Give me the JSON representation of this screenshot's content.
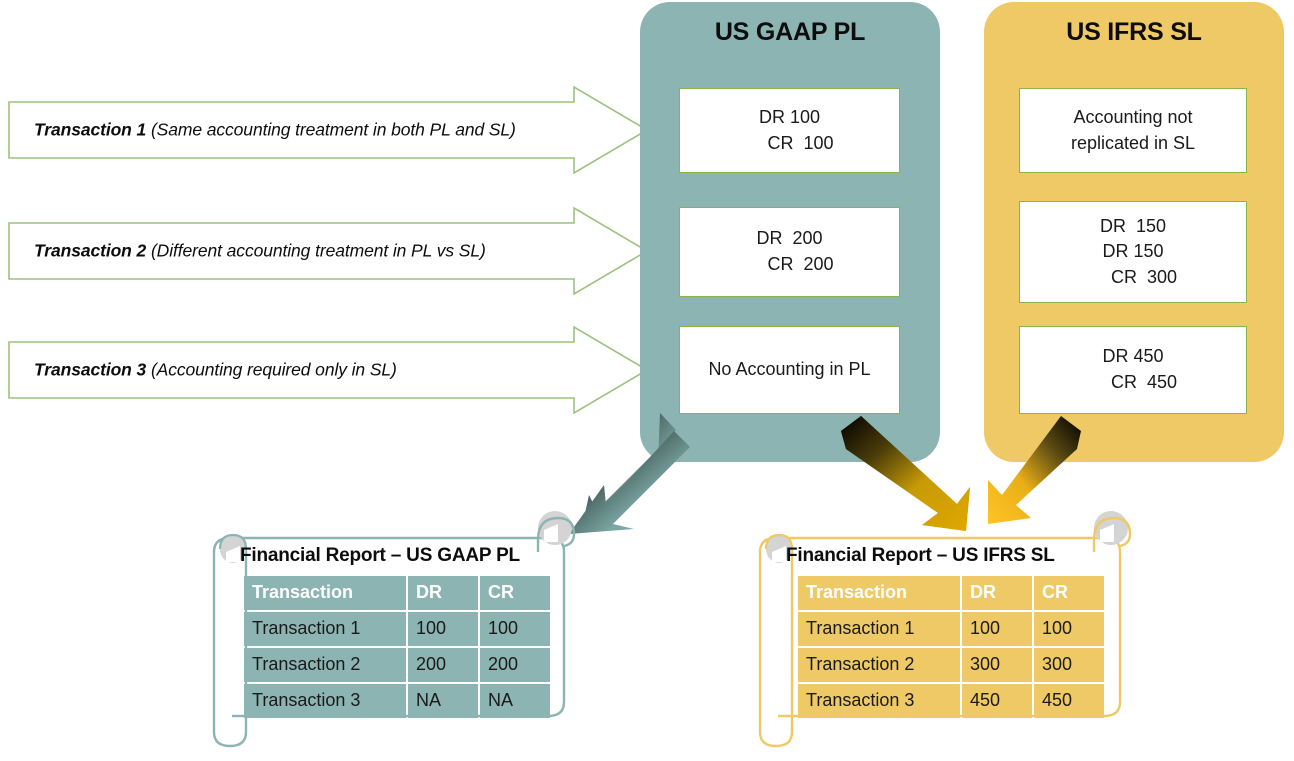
{
  "transactions": [
    {
      "name": "Transaction 1",
      "note": "(Same accounting treatment in both PL and SL)"
    },
    {
      "name": "Transaction 2",
      "note": "(Different accounting treatment in PL vs SL)"
    },
    {
      "name": "Transaction 3",
      "note": "(Accounting required only in SL)"
    }
  ],
  "panels": {
    "gaap": {
      "title": "US GAAP PL",
      "color": "#8CB4B2",
      "entries": [
        {
          "lines": [
            "DR 100",
            "CR  100"
          ],
          "type": "ledger"
        },
        {
          "lines": [
            "DR  200",
            "CR  200"
          ],
          "type": "ledger"
        },
        {
          "lines": [
            "No Accounting in PL"
          ],
          "type": "text"
        }
      ]
    },
    "ifrs": {
      "title": "US IFRS SL",
      "color": "#EFC965",
      "entries": [
        {
          "lines": [
            "Accounting not replicated in SL"
          ],
          "type": "text"
        },
        {
          "lines": [
            "DR  150",
            "DR 150",
            "CR  300"
          ],
          "type": "ledger"
        },
        {
          "lines": [
            "DR 450",
            "CR  450"
          ],
          "type": "ledger"
        }
      ]
    }
  },
  "reports": {
    "gaap": {
      "title": "Financial Report – US GAAP PL",
      "accent": "#8CB4B2",
      "columns": [
        "Transaction",
        "DR",
        "CR"
      ],
      "rows": [
        [
          "Transaction 1",
          "100",
          "100"
        ],
        [
          "Transaction 2",
          "200",
          "200"
        ],
        [
          "Transaction 3",
          "NA",
          "NA"
        ]
      ]
    },
    "ifrs": {
      "title": "Financial Report – US IFRS SL",
      "accent": "#EFC965",
      "columns": [
        "Transaction",
        "DR",
        "CR"
      ],
      "rows": [
        [
          "Transaction 1",
          "100",
          "100"
        ],
        [
          "Transaction 2",
          "300",
          "300"
        ],
        [
          "Transaction 3",
          "450",
          "450"
        ]
      ]
    }
  },
  "flow_arrows": [
    {
      "name": "gaap-to-gaap-report",
      "from": "US GAAP PL",
      "to": "Financial Report – US GAAP PL",
      "color": "#8CB4B2"
    },
    {
      "name": "gaap-to-ifrs-report",
      "from": "US GAAP PL",
      "to": "Financial Report – US IFRS SL",
      "color": "#E0A800"
    },
    {
      "name": "ifrs-to-ifrs-report",
      "from": "US IFRS SL",
      "to": "Financial Report – US IFRS SL",
      "color": "#FFC524"
    }
  ]
}
